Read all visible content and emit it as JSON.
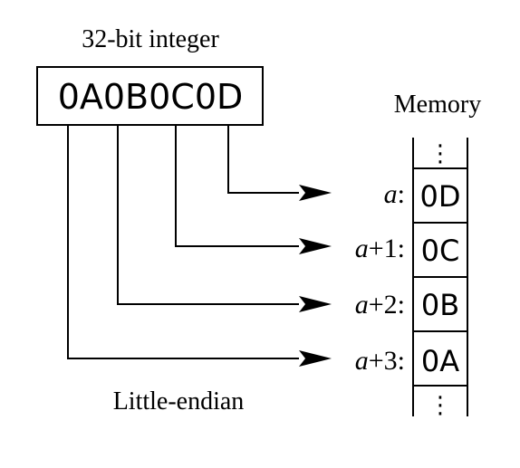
{
  "integer_label": "32-bit integer",
  "integer_value": "0A0B0C0D",
  "memory_label": "Memory",
  "ellipsis_top": "⋮",
  "ellipsis_bottom": "⋮",
  "memory_rows": [
    {
      "address_var": "a",
      "address_suffix": ":",
      "byte": "0D"
    },
    {
      "address_var": "a",
      "address_suffix": "+1:",
      "byte": "0C"
    },
    {
      "address_var": "a",
      "address_suffix": "+2:",
      "byte": "0B"
    },
    {
      "address_var": "a",
      "address_suffix": "+3:",
      "byte": "0A"
    }
  ],
  "order_label": "Little-endian",
  "colors": {
    "stroke": "#000000",
    "background": "#ffffff"
  }
}
